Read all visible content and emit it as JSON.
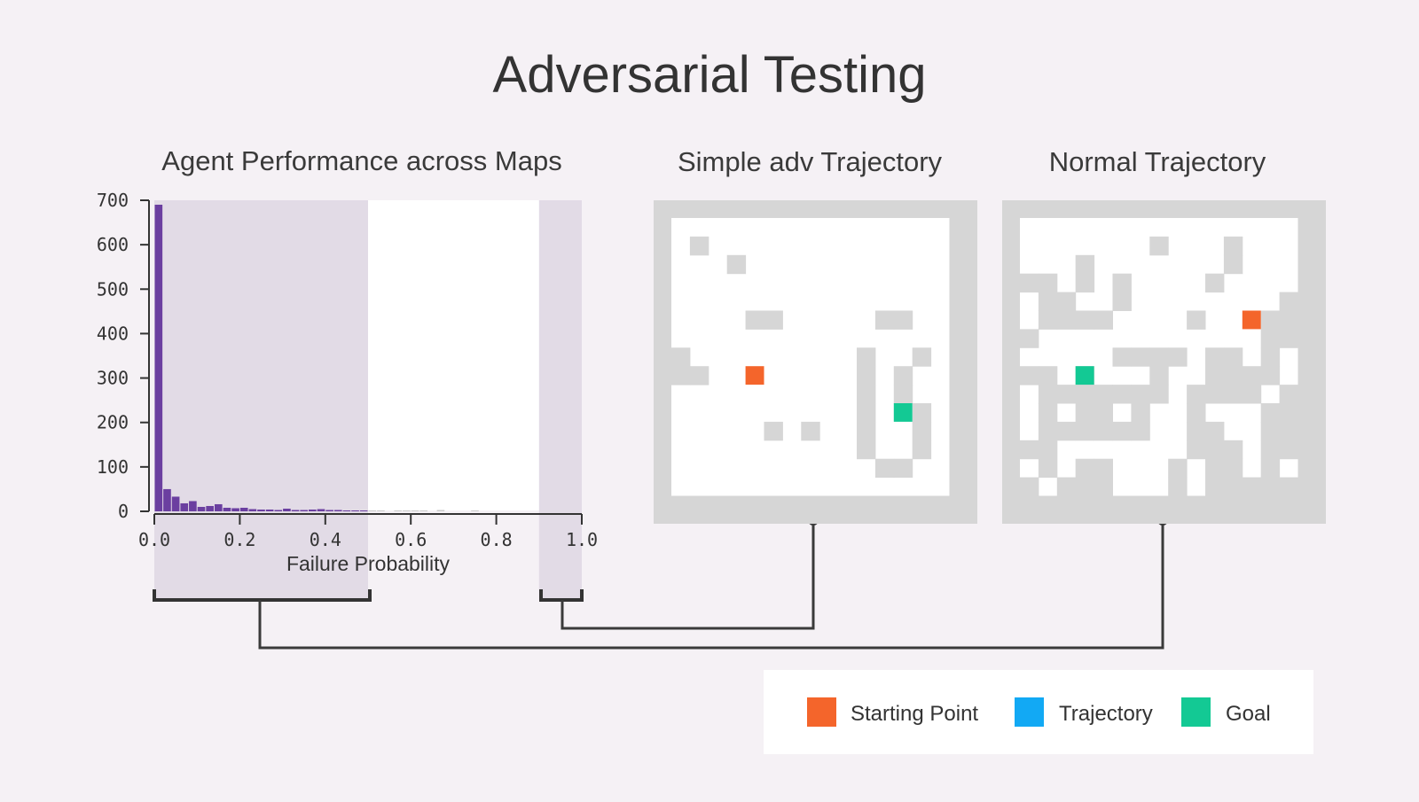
{
  "title": "Adversarial Testing",
  "panels": {
    "histogram_title": "Agent Performance across Maps",
    "simple_title": "Simple adv Trajectory",
    "normal_title": "Normal Trajectory"
  },
  "legend": [
    {
      "label": "Starting Point",
      "color": "#f4652b"
    },
    {
      "label": "Trajectory",
      "color": "#12a9f4"
    },
    {
      "label": "Goal",
      "color": "#13c994"
    }
  ],
  "colors": {
    "bar": "#6b3fa0",
    "highlight": "#e2dbe6",
    "wall": "#d6d6d6",
    "start": "#f4652b",
    "goal": "#13c994",
    "connector": "#3a3a3a"
  },
  "chart_data": {
    "type": "bar",
    "xlabel": "Failure Probability",
    "ylabel": "",
    "xlim": [
      0.0,
      1.0
    ],
    "ylim": [
      0,
      700
    ],
    "x_ticks": [
      "0.0",
      "0.2",
      "0.4",
      "0.6",
      "0.8",
      "1.0"
    ],
    "y_ticks": [
      "0",
      "100",
      "200",
      "300",
      "400",
      "500",
      "600",
      "700"
    ],
    "bin_width": 0.02,
    "bin_starts": [
      0.0,
      0.02,
      0.04,
      0.06,
      0.08,
      0.1,
      0.12,
      0.14,
      0.16,
      0.18,
      0.2,
      0.22,
      0.24,
      0.26,
      0.28,
      0.3,
      0.32,
      0.34,
      0.36,
      0.38,
      0.4,
      0.42,
      0.44,
      0.46,
      0.48,
      0.5,
      0.52,
      0.54,
      0.56,
      0.58,
      0.6,
      0.62,
      0.64,
      0.66,
      0.68,
      0.7,
      0.72,
      0.74
    ],
    "values": [
      690,
      50,
      33,
      18,
      23,
      10,
      12,
      16,
      8,
      7,
      8,
      5,
      4,
      4,
      3,
      6,
      3,
      3,
      4,
      5,
      3,
      3,
      2,
      2,
      1,
      2,
      1,
      0,
      1,
      1,
      1,
      1,
      0,
      3,
      0,
      0,
      0,
      1
    ],
    "highlight_ranges": [
      [
        0.0,
        0.5
      ],
      [
        0.9,
        1.0
      ]
    ]
  },
  "maps": {
    "size": 16,
    "simple": {
      "walls": [
        [
          1,
          1
        ],
        [
          3,
          2
        ],
        [
          4,
          5
        ],
        [
          5,
          5
        ],
        [
          11,
          5
        ],
        [
          12,
          5
        ],
        [
          0,
          7
        ],
        [
          10,
          7
        ],
        [
          13,
          7
        ],
        [
          0,
          8
        ],
        [
          1,
          8
        ],
        [
          10,
          8
        ],
        [
          12,
          8
        ],
        [
          10,
          9
        ],
        [
          12,
          9
        ],
        [
          10,
          10
        ],
        [
          13,
          10
        ],
        [
          5,
          11
        ],
        [
          7,
          11
        ],
        [
          10,
          11
        ],
        [
          13,
          11
        ],
        [
          10,
          12
        ],
        [
          13,
          12
        ],
        [
          11,
          13
        ],
        [
          12,
          13
        ]
      ],
      "start": [
        4,
        8
      ],
      "goal": [
        12,
        10
      ]
    },
    "normal": {
      "walls": [
        [
          7,
          1
        ],
        [
          11,
          1
        ],
        [
          3,
          2
        ],
        [
          11,
          2
        ],
        [
          0,
          3
        ],
        [
          1,
          3
        ],
        [
          3,
          3
        ],
        [
          5,
          3
        ],
        [
          10,
          3
        ],
        [
          1,
          4
        ],
        [
          2,
          4
        ],
        [
          5,
          4
        ],
        [
          14,
          4
        ],
        [
          1,
          5
        ],
        [
          2,
          5
        ],
        [
          3,
          5
        ],
        [
          4,
          5
        ],
        [
          9,
          5
        ],
        [
          13,
          5
        ],
        [
          14,
          5
        ],
        [
          0,
          6
        ],
        [
          13,
          6
        ],
        [
          14,
          6
        ],
        [
          5,
          7
        ],
        [
          6,
          7
        ],
        [
          7,
          7
        ],
        [
          8,
          7
        ],
        [
          10,
          7
        ],
        [
          11,
          7
        ],
        [
          13,
          7
        ],
        [
          0,
          8
        ],
        [
          1,
          8
        ],
        [
          3,
          8
        ],
        [
          7,
          8
        ],
        [
          10,
          8
        ],
        [
          11,
          8
        ],
        [
          12,
          8
        ],
        [
          13,
          8
        ],
        [
          1,
          9
        ],
        [
          2,
          9
        ],
        [
          3,
          9
        ],
        [
          4,
          9
        ],
        [
          5,
          9
        ],
        [
          6,
          9
        ],
        [
          7,
          9
        ],
        [
          9,
          9
        ],
        [
          10,
          9
        ],
        [
          11,
          9
        ],
        [
          12,
          9
        ],
        [
          14,
          9
        ],
        [
          1,
          10
        ],
        [
          3,
          10
        ],
        [
          4,
          10
        ],
        [
          6,
          10
        ],
        [
          9,
          10
        ],
        [
          13,
          10
        ],
        [
          14,
          10
        ],
        [
          1,
          11
        ],
        [
          2,
          11
        ],
        [
          3,
          11
        ],
        [
          4,
          11
        ],
        [
          5,
          11
        ],
        [
          6,
          11
        ],
        [
          9,
          11
        ],
        [
          10,
          11
        ],
        [
          13,
          11
        ],
        [
          14,
          11
        ],
        [
          0,
          12
        ],
        [
          1,
          12
        ],
        [
          9,
          12
        ],
        [
          10,
          12
        ],
        [
          11,
          12
        ],
        [
          13,
          12
        ],
        [
          14,
          12
        ],
        [
          1,
          13
        ],
        [
          3,
          13
        ],
        [
          4,
          13
        ],
        [
          8,
          13
        ],
        [
          10,
          13
        ],
        [
          11,
          13
        ],
        [
          13,
          13
        ],
        [
          0,
          14
        ],
        [
          2,
          14
        ],
        [
          3,
          14
        ],
        [
          4,
          14
        ],
        [
          8,
          14
        ],
        [
          10,
          14
        ],
        [
          11,
          14
        ],
        [
          12,
          14
        ],
        [
          13,
          14
        ],
        [
          14,
          14
        ]
      ],
      "start": [
        12,
        5
      ],
      "goal": [
        3,
        8
      ]
    }
  }
}
